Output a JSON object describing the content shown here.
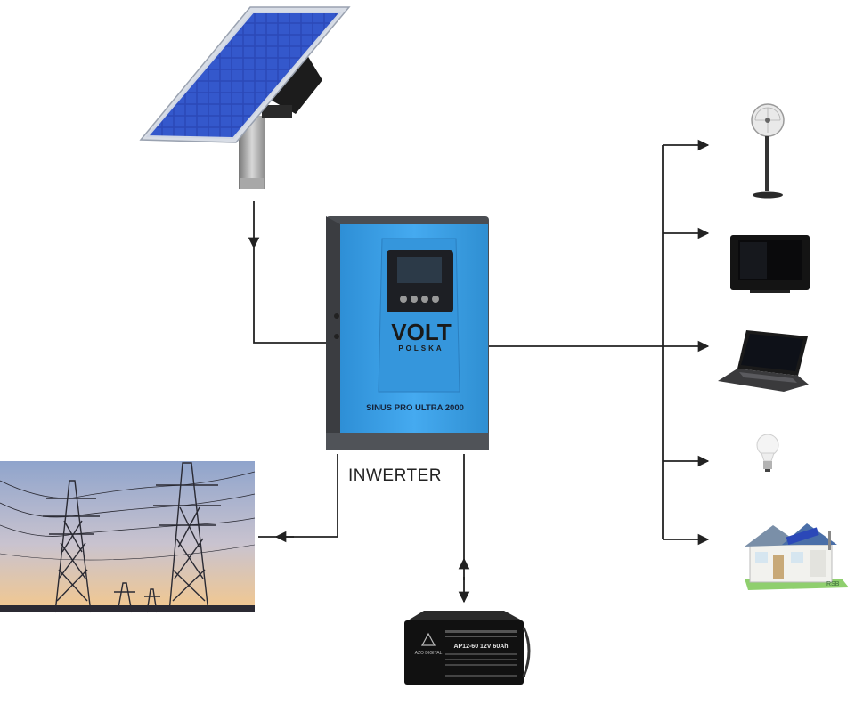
{
  "inverter": {
    "label": "INWERTER",
    "brand_main": "VOLT",
    "brand_sub": "POLSKA",
    "model": "SINUS PRO ULTRA 2000",
    "body_color": "#3a9ee0",
    "frame_color": "#4a4d52"
  },
  "battery": {
    "brand": "AZO DIGITAL",
    "model": "AP12-60 12V 60Ah"
  },
  "house": {
    "tag": "RSB"
  },
  "colors": {
    "line": "#222222",
    "panel": "#2b48b8",
    "sky_top": "#9aaed0",
    "sky_bottom": "#f2c892"
  },
  "icons": [
    "solar-panel-icon",
    "power-grid-icon",
    "battery-icon",
    "fan-icon",
    "tv-icon",
    "laptop-icon",
    "bulb-icon",
    "house-icon"
  ]
}
